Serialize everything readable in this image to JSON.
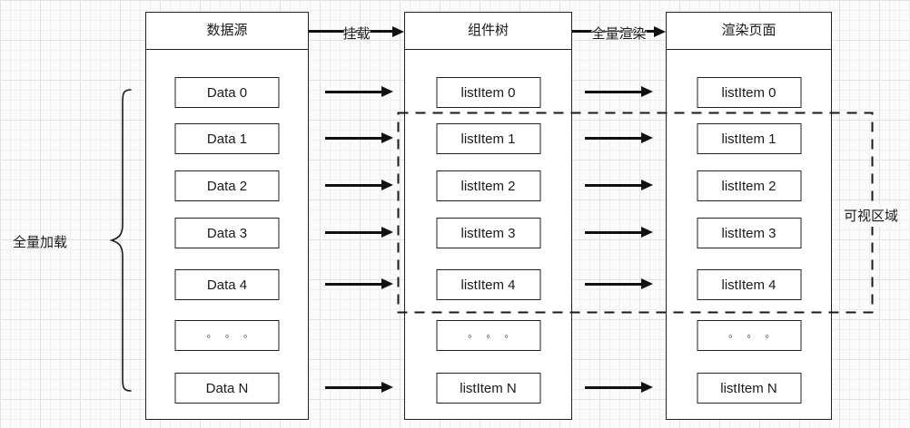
{
  "diagram": {
    "columns": [
      {
        "id": "data-source",
        "header": "数据源",
        "items": [
          "Data 0",
          "Data 1",
          "Data 2",
          "Data 3",
          "Data 4",
          "◦ ◦ ◦",
          "Data N"
        ]
      },
      {
        "id": "component-tree",
        "header": "组件树",
        "items": [
          "listItem 0",
          "listItem 1",
          "listItem 2",
          "listItem 3",
          "listItem 4",
          "◦ ◦ ◦",
          "listItem N"
        ]
      },
      {
        "id": "render-page",
        "header": "渲染页面",
        "items": [
          "listItem 0",
          "listItem 1",
          "listItem 2",
          "listItem 3",
          "listItem 4",
          "◦ ◦ ◦",
          "listItem N"
        ]
      }
    ],
    "top_arrows": [
      {
        "label": "挂载"
      },
      {
        "label": "全量渲染"
      }
    ],
    "left_brace_label": "全量加载",
    "viewport_label": "可视区域",
    "colors": {
      "line": "#1a1a1a",
      "box_fill": "#ffffff",
      "bg": "#fbfbfb",
      "grid_minor": "#f0f0f0",
      "grid_major": "#e2e2e2"
    }
  }
}
